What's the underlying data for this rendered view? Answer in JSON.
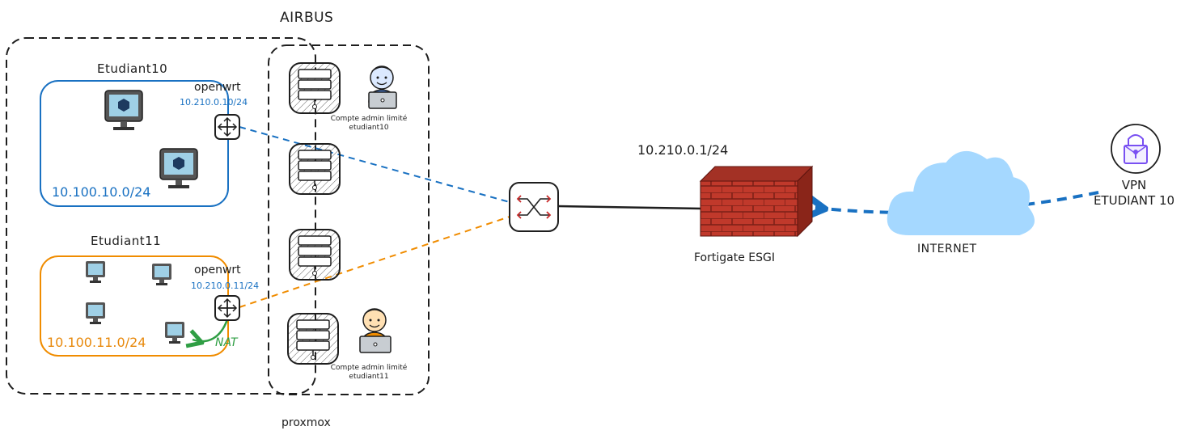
{
  "title": "AIRBUS",
  "proxmox_label": "proxmox",
  "zones": {
    "etudiant10": {
      "name": "Etudiant10",
      "subnet": "10.100.10.0/24",
      "router_name": "openwrt",
      "router_ip": "10.210.0.10/24",
      "color": "#1971c2"
    },
    "etudiant11": {
      "name": "Etudiant11",
      "subnet": "10.100.11.0/24",
      "router_name": "openwrt",
      "router_ip": "10.210.0.11/24",
      "nat_label": "NAT",
      "color": "#f08c00"
    }
  },
  "admins": [
    {
      "line1": "Compte admin limité",
      "line2": "etudiant10",
      "color": "#4a7fd4"
    },
    {
      "line1": "Compte admin limité",
      "line2": "etudiant11",
      "color": "#f08c00"
    }
  ],
  "firewall": {
    "ip": "10.210.0.1/24",
    "name": "Fortigate ESGI",
    "color": "#c0392b"
  },
  "internet": {
    "label": "INTERNET",
    "color": "#a5d8ff"
  },
  "vpn": {
    "line1": "VPN",
    "line2": "ETUDIANT 10",
    "color": "#7950f2"
  },
  "icons": [
    "monitor-icon",
    "server-icon",
    "user-laptop-icon",
    "router-icon",
    "switch-icon",
    "firewall-icon",
    "cloud-icon",
    "lock-icon"
  ]
}
